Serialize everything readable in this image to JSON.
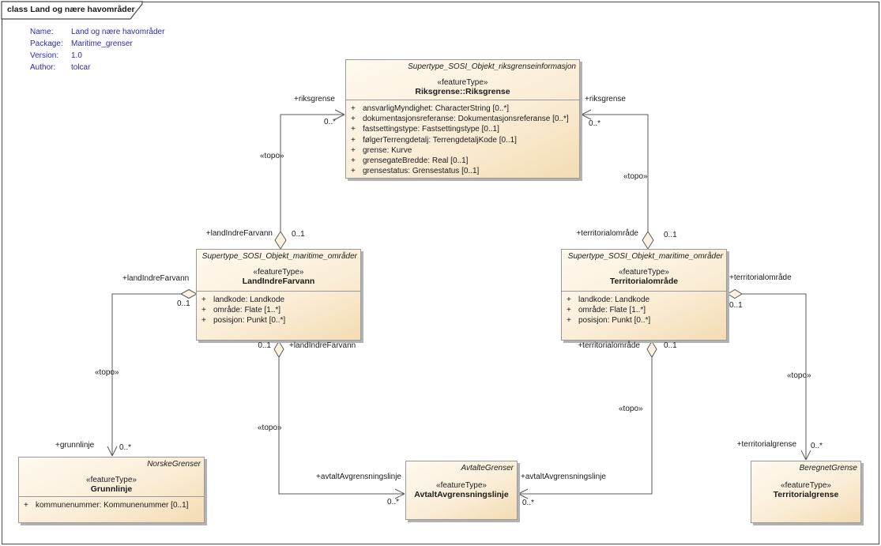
{
  "frame": {
    "title": "class Land og nære havområder"
  },
  "metadata": {
    "name_label": "Name:",
    "name": "Land og nære havområder",
    "package_label": "Package:",
    "package": "Maritime_grenser",
    "version_label": "Version:",
    "version": "1.0",
    "author_label": "Author:",
    "author": "tolcar"
  },
  "classes": {
    "riksgrense": {
      "supertype": "Supertype_SOSI_Objekt_riksgrenseinformasjon",
      "stereotype": "«featureType»",
      "name": "Riksgrense::Riksgrense",
      "attributes": [
        {
          "vis": "+",
          "text": "ansvarligMyndighet: CharacterString [0..*]"
        },
        {
          "vis": "+",
          "text": "dokumentasjonsreferanse: Dokumentasjonsreferanse [0..*]"
        },
        {
          "vis": "+",
          "text": "fastsettingstype: Fastsettingstype [0..1]"
        },
        {
          "vis": "+",
          "text": "følgerTerrengdetalj: TerrengdetaljKode [0..1]"
        },
        {
          "vis": "+",
          "text": "grense: Kurve"
        },
        {
          "vis": "+",
          "text": "grensegateBredde: Real [0..1]"
        },
        {
          "vis": "+",
          "text": "grensestatus: Grensestatus [0..1]"
        }
      ]
    },
    "landindrefarvann": {
      "supertype": "Supertype_SOSI_Objekt_maritime_områder",
      "stereotype": "«featureType»",
      "name": "LandIndreFarvann",
      "attributes": [
        {
          "vis": "+",
          "text": "landkode: Landkode"
        },
        {
          "vis": "+",
          "text": "område: Flate [1..*]"
        },
        {
          "vis": "+",
          "text": "posisjon: Punkt [0..*]"
        }
      ]
    },
    "territorialomrade": {
      "supertype": "Supertype_SOSI_Objekt_maritime_områder",
      "stereotype": "«featureType»",
      "name": "Territorialområde",
      "attributes": [
        {
          "vis": "+",
          "text": "landkode: Landkode"
        },
        {
          "vis": "+",
          "text": "område: Flate [1..*]"
        },
        {
          "vis": "+",
          "text": "posisjon: Punkt [0..*]"
        }
      ]
    },
    "grunnlinje": {
      "supertype": "NorskeGrenser",
      "stereotype": "«featureType»",
      "name": "Grunnlinje",
      "attributes": [
        {
          "vis": "+",
          "text": "kommunenummer: Kommunenummer [0..1]"
        }
      ]
    },
    "avtaltavgrensningslinje": {
      "supertype": "AvtalteGrenser",
      "stereotype": "«featureType»",
      "name": "AvtaltAvgrensningslinje",
      "attributes": []
    },
    "territorialgrense": {
      "supertype": "BeregnetGrense",
      "stereotype": "«featureType»",
      "name": "Territorialgrense",
      "attributes": []
    }
  },
  "connectors": {
    "land_riks": {
      "stereotype": "«topo»",
      "source_role": "+landIndreFarvann",
      "source_mult": "0..1",
      "target_role": "+riksgrense",
      "target_mult": "0..*"
    },
    "terr_riks": {
      "stereotype": "«topo»",
      "source_role": "+territorialområde",
      "source_mult": "0..1",
      "target_role": "+riksgrense",
      "target_mult": "0..*"
    },
    "land_grunn": {
      "stereotype": "«topo»",
      "source_role": "+landIndreFarvann",
      "source_mult": "0..1",
      "target_role": "+grunnlinje",
      "target_mult": "0..*"
    },
    "land_avtalt": {
      "stereotype": "«topo»",
      "source_role": "+landIndreFarvann",
      "source_mult": "0..1",
      "target_role": "+avtaltAvgrensningslinje",
      "target_mult": "0..*"
    },
    "terr_avtalt": {
      "stereotype": "«topo»",
      "source_role": "+territorialområde",
      "source_mult": "0..1",
      "target_role": "+avtaltAvgrensningslinje",
      "target_mult": "0..*"
    },
    "terr_grense": {
      "stereotype": "«topo»",
      "source_role": "+territorialområde",
      "source_mult": "0..1",
      "target_role": "+territorialgrense",
      "target_mult": "0..*"
    }
  }
}
